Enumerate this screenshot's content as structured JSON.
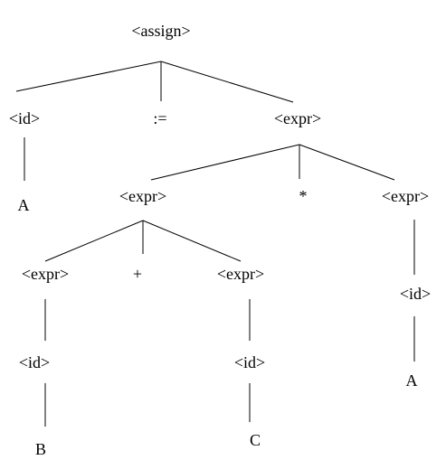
{
  "nodes": {
    "assign": "<assign>",
    "id_left": "<id>",
    "assign_op": ":=",
    "expr_root": "<expr>",
    "leaf_a1": "A",
    "expr_mid": "<expr>",
    "mult_op": "*",
    "expr_right": "<expr>",
    "expr_ll": "<expr>",
    "plus_op": "+",
    "expr_lr": "<expr>",
    "id_ll": "<id>",
    "id_lr": "<id>",
    "leaf_b": "B",
    "leaf_c": "C",
    "id_right": "<id>",
    "leaf_a2": "A"
  }
}
